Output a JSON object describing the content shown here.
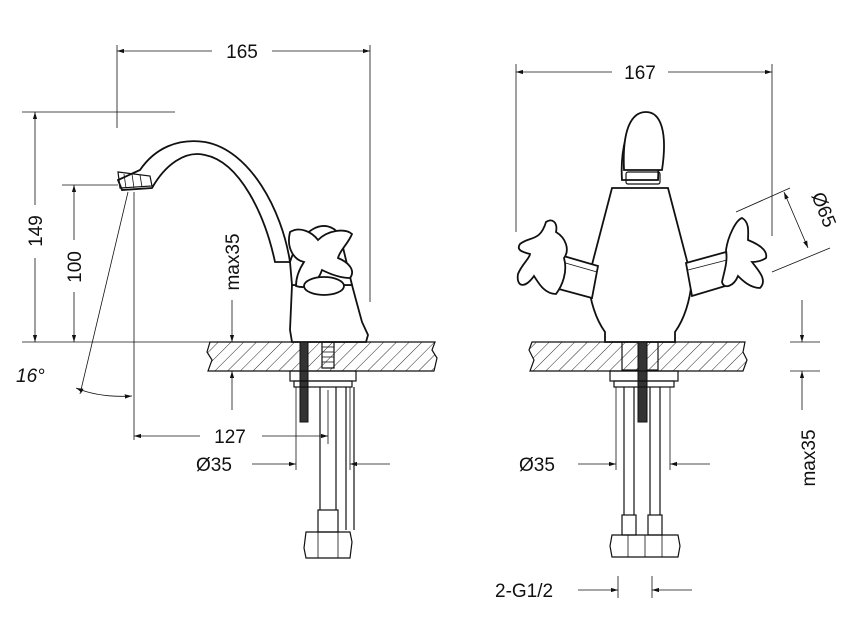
{
  "side_view": {
    "width_label": "165",
    "height_label": "149",
    "spout_height_label": "100",
    "max_thickness_label": "max35",
    "angle_label": "16°",
    "reach_label": "127",
    "hole_diameter_label": "Ø35"
  },
  "front_view": {
    "width_label": "167",
    "handle_diameter_label": "Ø65",
    "hole_diameter_label": "Ø35",
    "max_thickness_label": "max35",
    "connection_label": "2-G1/2"
  }
}
